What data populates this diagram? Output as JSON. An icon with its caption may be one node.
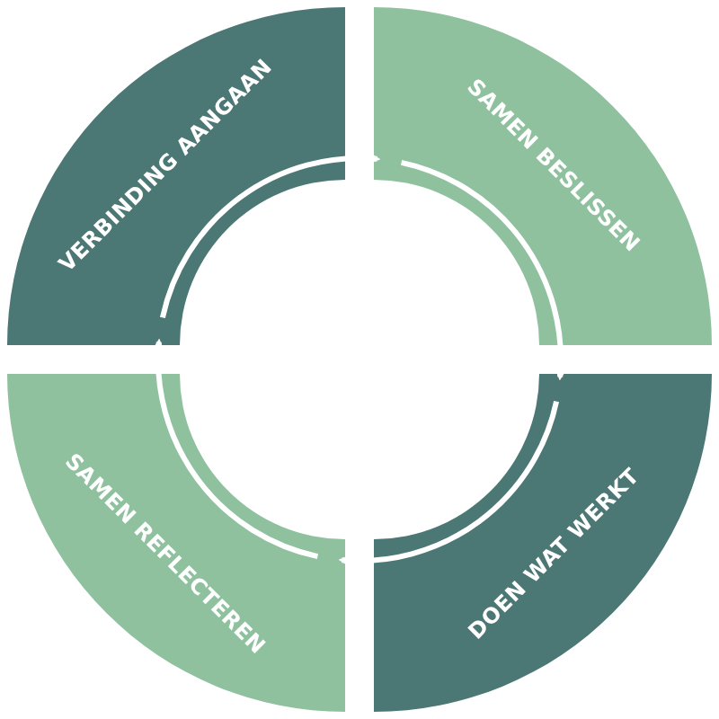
{
  "diagram": {
    "nodes": [
      {
        "text": [
          "VERBINDING AANGAAN"
        ]
      },
      {
        "text": [
          "SAMEN BESLISSEN"
        ]
      },
      {
        "text": [
          "DOEN WAT WERKT"
        ]
      },
      {
        "text": [
          "SAMEN REFLECTEREN"
        ]
      }
    ],
    "edges": [
      {
        "from": 0,
        "to": 1,
        "arrow": "to"
      },
      {
        "from": 1,
        "to": 2,
        "arrow": "to"
      },
      {
        "from": 2,
        "to": 3,
        "arrow": "to"
      },
      {
        "from": 3,
        "to": 0,
        "arrow": "to"
      }
    ]
  }
}
